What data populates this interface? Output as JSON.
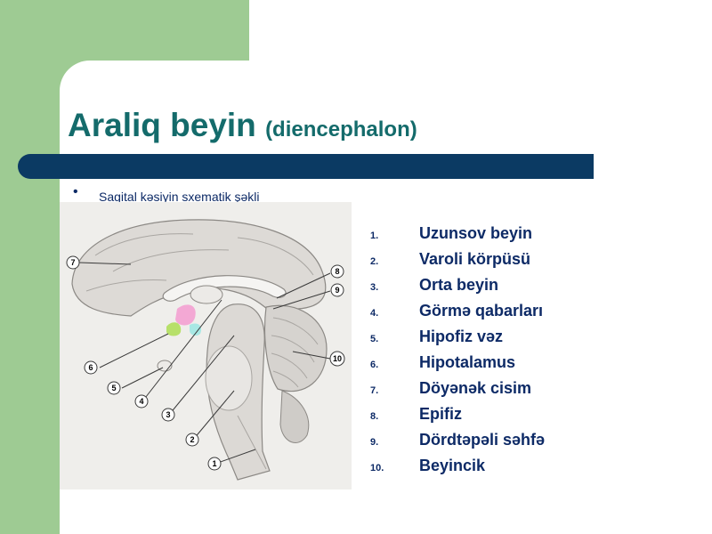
{
  "slide": {
    "title_main": "Araliq beyin",
    "title_sub": "(diencephalon)",
    "bullet": "Sagital kəsiyin sxematik şəkli",
    "colors": {
      "green": "#9ecb93",
      "navy_bar": "#0b3a63",
      "title": "#146b6b",
      "text": "#0d2a66"
    }
  },
  "figure": {
    "callouts": [
      "1",
      "2",
      "3",
      "4",
      "5",
      "6",
      "7",
      "8",
      "9",
      "10"
    ]
  },
  "legend": [
    {
      "num": "1.",
      "label": "Uzunsov beyin"
    },
    {
      "num": "2.",
      "label": "Varoli körpüsü"
    },
    {
      "num": "3.",
      "label": "Orta  beyin"
    },
    {
      "num": "4.",
      "label": "Görmə  qabarları"
    },
    {
      "num": "5.",
      "label": "Hipofiz vəz"
    },
    {
      "num": "6.",
      "label": "Hipotalamus"
    },
    {
      "num": "7.",
      "label": "Döyənək cisim"
    },
    {
      "num": "8.",
      "label": "Epifiz"
    },
    {
      "num": "9.",
      "label": "Dördtəpəli səhfə"
    },
    {
      "num": "10.",
      "label": "Beyincik"
    }
  ]
}
